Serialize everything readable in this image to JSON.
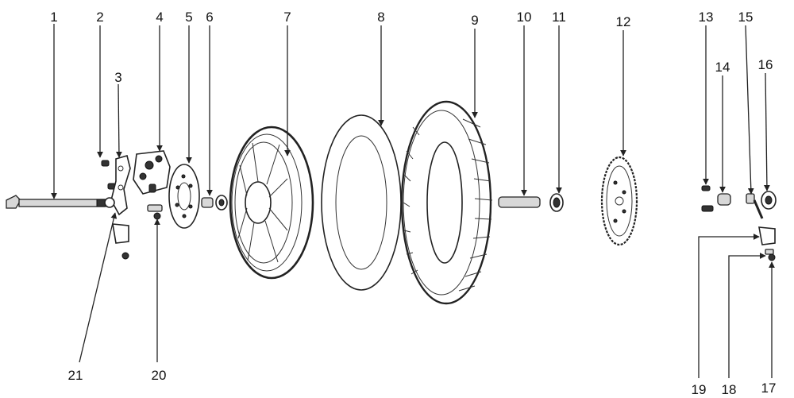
{
  "diagram": {
    "callout_numbers": [
      "1",
      "2",
      "3",
      "4",
      "5",
      "6",
      "7",
      "8",
      "9",
      "10",
      "11",
      "12",
      "13",
      "14",
      "15",
      "16",
      "17",
      "18",
      "19",
      "20",
      "21"
    ]
  }
}
